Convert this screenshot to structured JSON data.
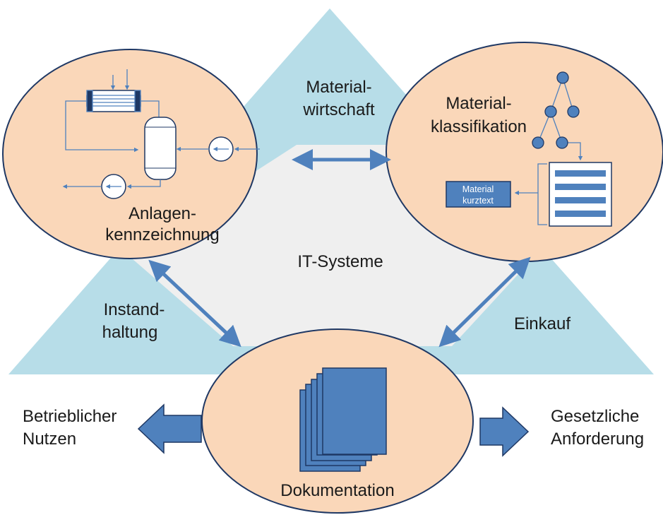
{
  "labels": {
    "materialwirtschaft_1": "Material-",
    "materialwirtschaft_2": "wirtschaft",
    "materialklassifikation_1": "Material-",
    "materialklassifikation_2": "klassifikation",
    "anlagen_1": "Anlagen-",
    "anlagen_2": "kennzeichnung",
    "it_systeme": "IT-Systeme",
    "instandhaltung_1": "Instand-",
    "instandhaltung_2": "haltung",
    "einkauf": "Einkauf",
    "dokumentation": "Dokumentation",
    "betrieblicher_1": "Betrieblicher",
    "betrieblicher_2": "Nutzen",
    "gesetzliche_1": "Gesetzliche",
    "gesetzliche_2": "Anforderung",
    "kurztext_1": "Material",
    "kurztext_2": "kurztext"
  },
  "colors": {
    "triangle_fill": "#b7dde8",
    "inner_fill": "#efefef",
    "ellipse_fill": "#fad7b9",
    "outline": "#1f3864",
    "accent_blue": "#4f81bd"
  }
}
